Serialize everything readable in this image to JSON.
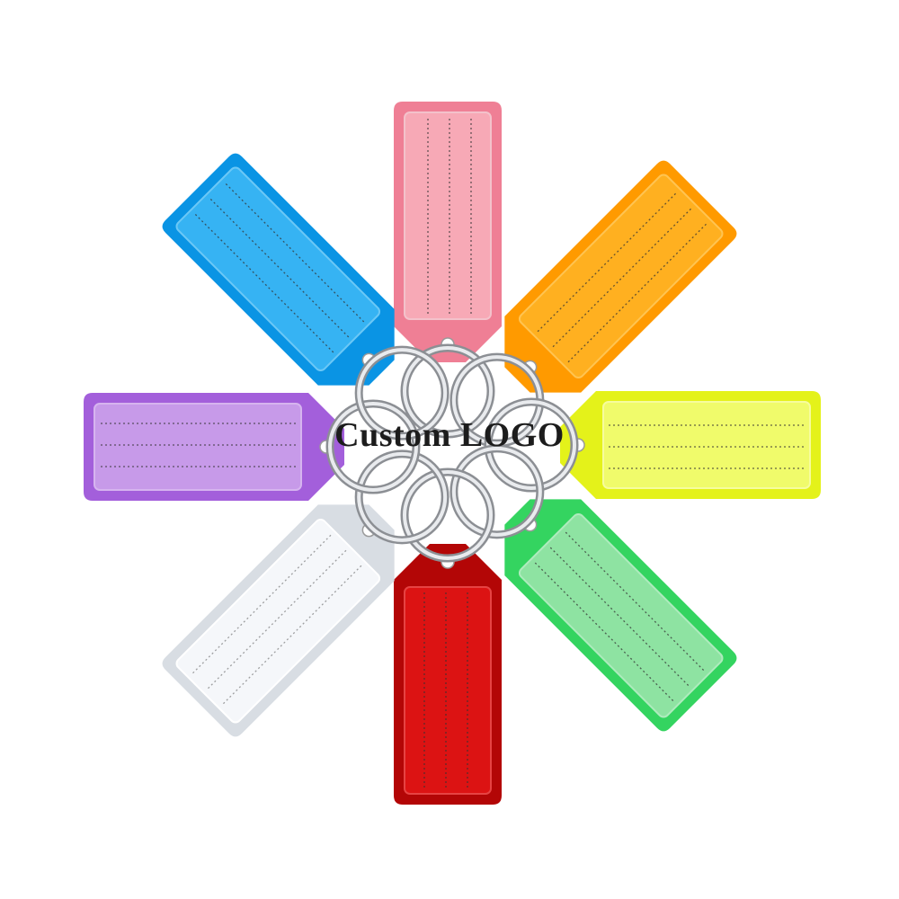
{
  "logo_text": "Custom LOGO",
  "tags": [
    {
      "color": "pink",
      "fill": "#f7a9b6",
      "edge": "#ef7f95",
      "shade": "#f3c2cb"
    },
    {
      "color": "orange",
      "fill": "#ffb020",
      "edge": "#ff9a00",
      "shade": "#ffc452"
    },
    {
      "color": "yellow",
      "fill": "#f0fb6b",
      "edge": "#e4f21a",
      "shade": "#f6fc9e"
    },
    {
      "color": "green",
      "fill": "#8ee3a2",
      "edge": "#34d460",
      "shade": "#aeebbd"
    },
    {
      "color": "red",
      "fill": "#dc1313",
      "edge": "#b30606",
      "shade": "#e64343"
    },
    {
      "color": "white",
      "fill": "#f5f7fa",
      "edge": "#d8dde3",
      "shade": "#ffffff"
    },
    {
      "color": "purple",
      "fill": "#c79ae9",
      "edge": "#a35fdb",
      "shade": "#d6b4ef"
    },
    {
      "color": "blue",
      "fill": "#36b3f3",
      "edge": "#0a94e4",
      "shade": "#6cc8f6"
    }
  ]
}
